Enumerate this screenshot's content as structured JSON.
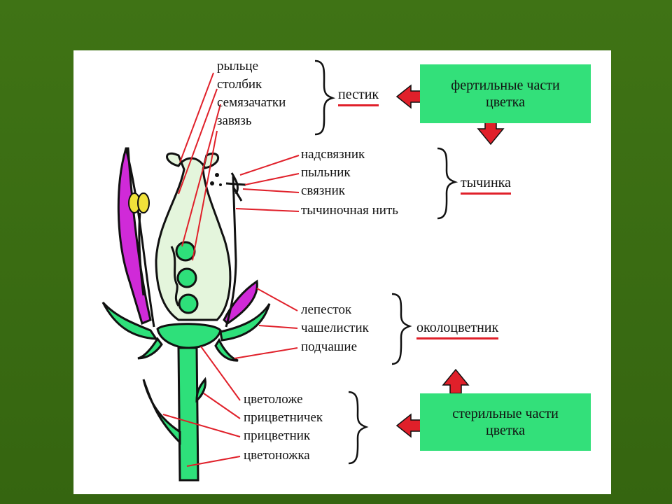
{
  "colors": {
    "background": "#3a6b12",
    "box_fill": "#33e07a",
    "leader_line": "#e0202a",
    "arrow_fill": "#e0202a",
    "petal": "#d02ad8",
    "receptacle": "#2ee07a",
    "pistil": "#e4f5dc",
    "anther": "#f1e23a"
  },
  "labels": {
    "pistil_parts": [
      "рыльце",
      "столбик",
      "семязачатки",
      "завязь"
    ],
    "stamen_parts": [
      "надсвязник",
      "пыльник",
      "связник",
      "тычиночная нить"
    ],
    "perianth_parts": [
      "лепесток",
      "чашелистик",
      "подчашие"
    ],
    "base_parts": [
      "цветоложе",
      "прицветничек",
      "прицветник",
      "цветоножка"
    ]
  },
  "groups": {
    "pistil": "пестик",
    "stamen": "тычинка",
    "perianth": "околоцветник"
  },
  "boxes": {
    "fertile": {
      "line1": "фертильные части",
      "line2": "цветка"
    },
    "sterile": {
      "line1": "стерильные части",
      "line2": "цветка"
    }
  }
}
